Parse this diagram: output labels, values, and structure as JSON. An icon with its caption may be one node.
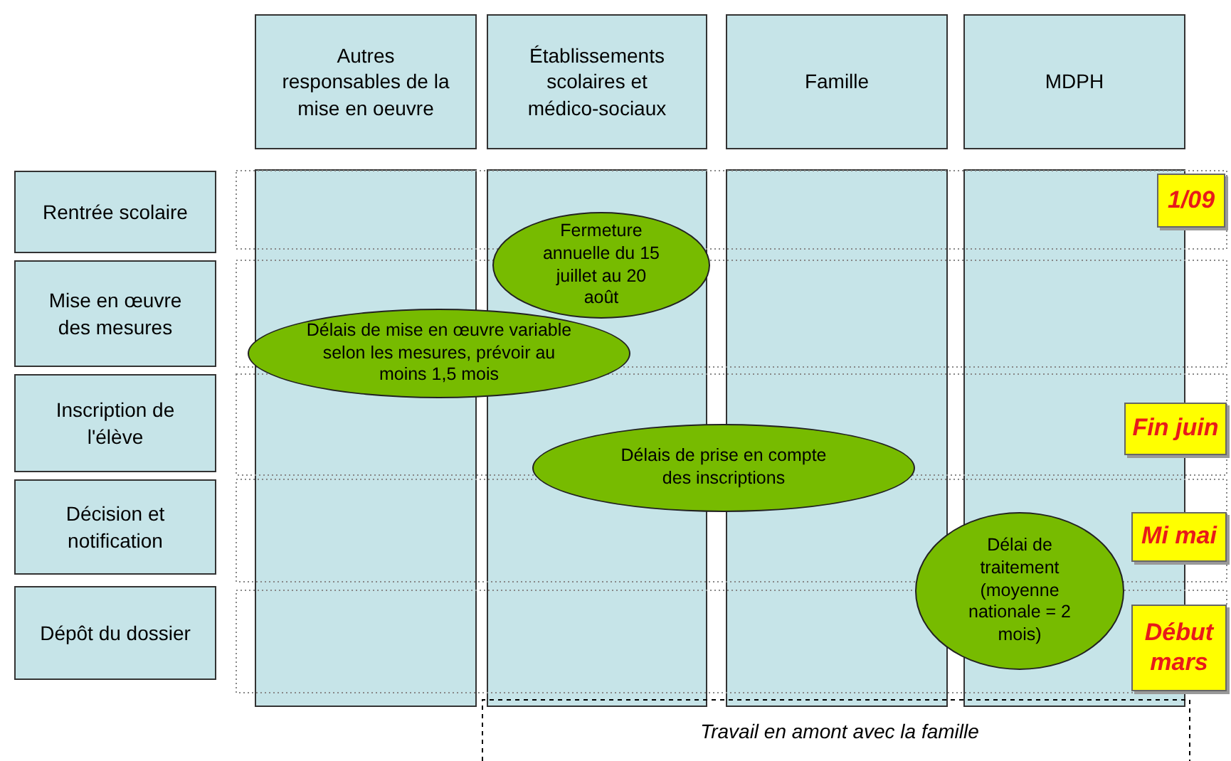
{
  "diagram": {
    "nodes": [
      {
        "text": [
          "Autres responsables de la mise en oeuvre"
        ]
      },
      {
        "text": [
          "Établissements scolaires et médico-sociaux"
        ]
      },
      {
        "text": [
          "Famille"
        ]
      },
      {
        "text": [
          "MDPH"
        ]
      },
      {
        "text": [
          "Rentrée scolaire"
        ]
      },
      {
        "text": [
          "Mise en œuvre des mesures"
        ]
      },
      {
        "text": [
          "Inscription de l'élève"
        ]
      },
      {
        "text": [
          "Décision et notification"
        ]
      },
      {
        "text": [
          "Dépôt du dossier"
        ]
      },
      {
        "text": [
          "Fermeture annuelle du 15 juillet au 20 août"
        ]
      },
      {
        "text": [
          "Délais de mise en œuvre variable selon les mesures, prévoir au moins 1,5 mois"
        ]
      },
      {
        "text": [
          "Délais de prise en compte des inscriptions"
        ]
      },
      {
        "text": [
          "Délai de traitement (moyenne nationale = 2 mois)"
        ]
      },
      {
        "text": [
          "1/09"
        ]
      },
      {
        "text": [
          "Fin juin"
        ]
      },
      {
        "text": [
          "Mi mai"
        ]
      },
      {
        "text": [
          "Début mars"
        ]
      }
    ],
    "labels": [
      "Travail en amont avec la famille"
    ]
  }
}
